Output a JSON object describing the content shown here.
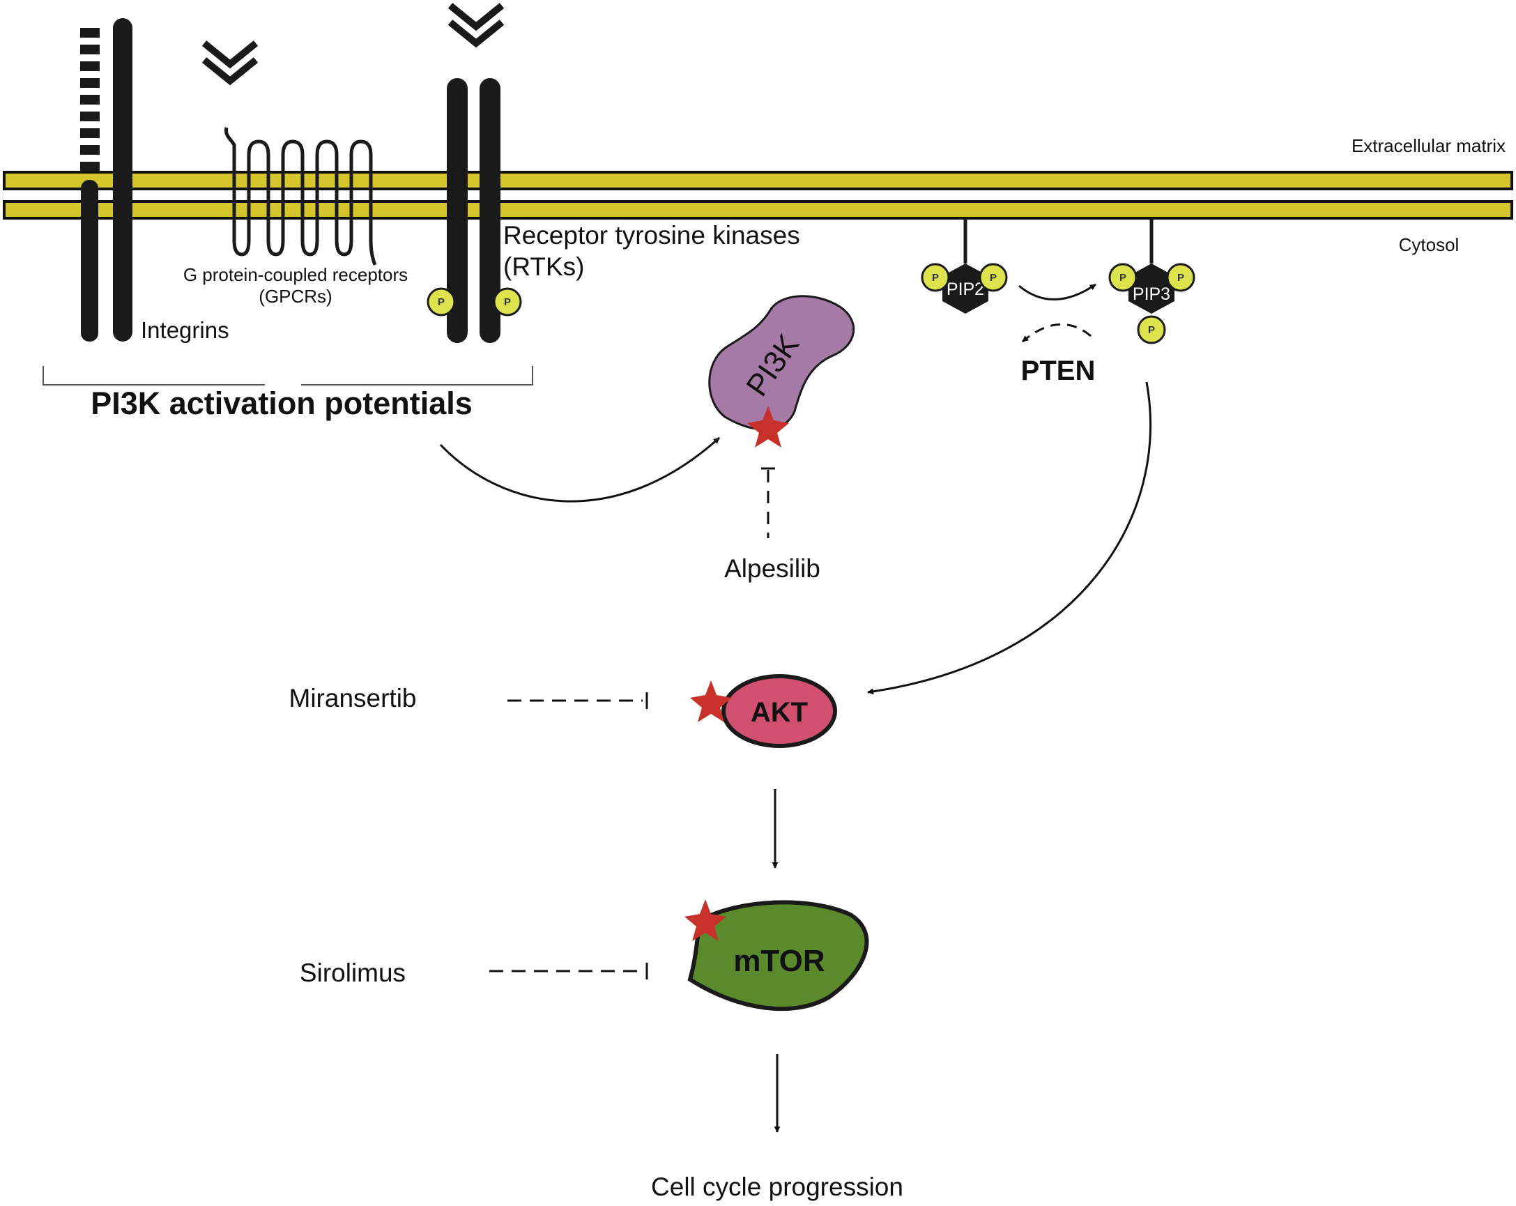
{
  "regions": {
    "extracellular": "Extracellular matrix",
    "cytosol": "Cytosol"
  },
  "receptors": {
    "integrins": "Integrins",
    "gpcr_line1": "G protein-coupled receptors",
    "gpcr_line2": "(GPCRs)",
    "rtk_line1": "Receptor tyrosine kinases",
    "rtk_line2": "(RTKs)"
  },
  "activation_title": "PI3K activation potentials",
  "phospho_label": "P",
  "lipids": {
    "pip2": "PIP2",
    "pip3": "PIP3"
  },
  "enzymes": {
    "pi3k": "PI3K",
    "pten": "PTEN",
    "akt": "AKT",
    "mtor": "mTOR"
  },
  "drugs": {
    "alpesilib": "Alpesilib",
    "miransertib": "Miransertib",
    "sirolimus": "Sirolimus"
  },
  "outcome": "Cell cycle progression",
  "colors": {
    "membrane": "#d4c62c",
    "pi3k": "#a57aa6",
    "akt": "#d2506f",
    "mtor": "#5b8a2d",
    "star": "#c8302a",
    "phospho": "#dde34c",
    "dark": "#1a1a1a"
  },
  "icons": {
    "ligand": "double-chevron-down-icon",
    "inhibitor_mark": "star-icon",
    "phospho_group": "phosphate-circle-icon"
  }
}
